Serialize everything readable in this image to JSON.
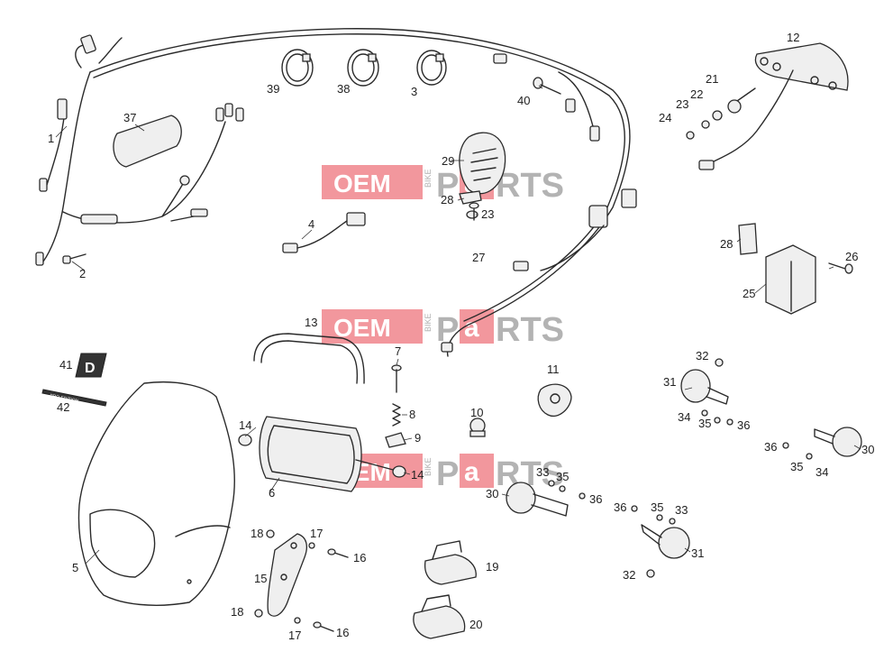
{
  "diagram": {
    "watermark": {
      "left": "OEM",
      "bike": "BIKE",
      "right_a": "P",
      "right_b": "a",
      "right_c": "RTS"
    },
    "callouts": [
      {
        "id": "c1",
        "text": "1"
      },
      {
        "id": "c2",
        "text": "2"
      },
      {
        "id": "c3",
        "text": "3"
      },
      {
        "id": "c4",
        "text": "4"
      },
      {
        "id": "c5",
        "text": "5"
      },
      {
        "id": "c6",
        "text": "6"
      },
      {
        "id": "c7",
        "text": "7"
      },
      {
        "id": "c8",
        "text": "8"
      },
      {
        "id": "c9",
        "text": "9"
      },
      {
        "id": "c10",
        "text": "10"
      },
      {
        "id": "c11",
        "text": "11"
      },
      {
        "id": "c12",
        "text": "12"
      },
      {
        "id": "c13",
        "text": "13"
      },
      {
        "id": "c14a",
        "text": "14"
      },
      {
        "id": "c14b",
        "text": "14"
      },
      {
        "id": "c15",
        "text": "15"
      },
      {
        "id": "c16a",
        "text": "16"
      },
      {
        "id": "c16b",
        "text": "16"
      },
      {
        "id": "c17a",
        "text": "17"
      },
      {
        "id": "c17b",
        "text": "17"
      },
      {
        "id": "c18a",
        "text": "18"
      },
      {
        "id": "c18b",
        "text": "18"
      },
      {
        "id": "c19",
        "text": "19"
      },
      {
        "id": "c20",
        "text": "20"
      },
      {
        "id": "c21",
        "text": "21"
      },
      {
        "id": "c22",
        "text": "22"
      },
      {
        "id": "c23a",
        "text": "23"
      },
      {
        "id": "c23b",
        "text": "23"
      },
      {
        "id": "c24",
        "text": "24"
      },
      {
        "id": "c25",
        "text": "25"
      },
      {
        "id": "c26",
        "text": "26"
      },
      {
        "id": "c27",
        "text": "27"
      },
      {
        "id": "c28a",
        "text": "28"
      },
      {
        "id": "c28b",
        "text": "28"
      },
      {
        "id": "c29",
        "text": "29"
      },
      {
        "id": "c30a",
        "text": "30"
      },
      {
        "id": "c30b",
        "text": "30"
      },
      {
        "id": "c31a",
        "text": "31"
      },
      {
        "id": "c31b",
        "text": "31"
      },
      {
        "id": "c32a",
        "text": "32"
      },
      {
        "id": "c32b",
        "text": "32"
      },
      {
        "id": "c33a",
        "text": "33"
      },
      {
        "id": "c33b",
        "text": "33"
      },
      {
        "id": "c34a",
        "text": "34"
      },
      {
        "id": "c34b",
        "text": "34"
      },
      {
        "id": "c35a",
        "text": "35"
      },
      {
        "id": "c35b",
        "text": "35"
      },
      {
        "id": "c35c",
        "text": "35"
      },
      {
        "id": "c35d",
        "text": "35"
      },
      {
        "id": "c36a",
        "text": "36"
      },
      {
        "id": "c36b",
        "text": "36"
      },
      {
        "id": "c36c",
        "text": "36"
      },
      {
        "id": "c36d",
        "text": "36"
      },
      {
        "id": "c37",
        "text": "37"
      },
      {
        "id": "c38",
        "text": "38"
      },
      {
        "id": "c39",
        "text": "39"
      },
      {
        "id": "c40",
        "text": "40"
      },
      {
        "id": "c41",
        "text": "41"
      },
      {
        "id": "c42",
        "text": "42"
      }
    ],
    "decal_letter": "D",
    "sticker_text": "PRO EDITION"
  }
}
